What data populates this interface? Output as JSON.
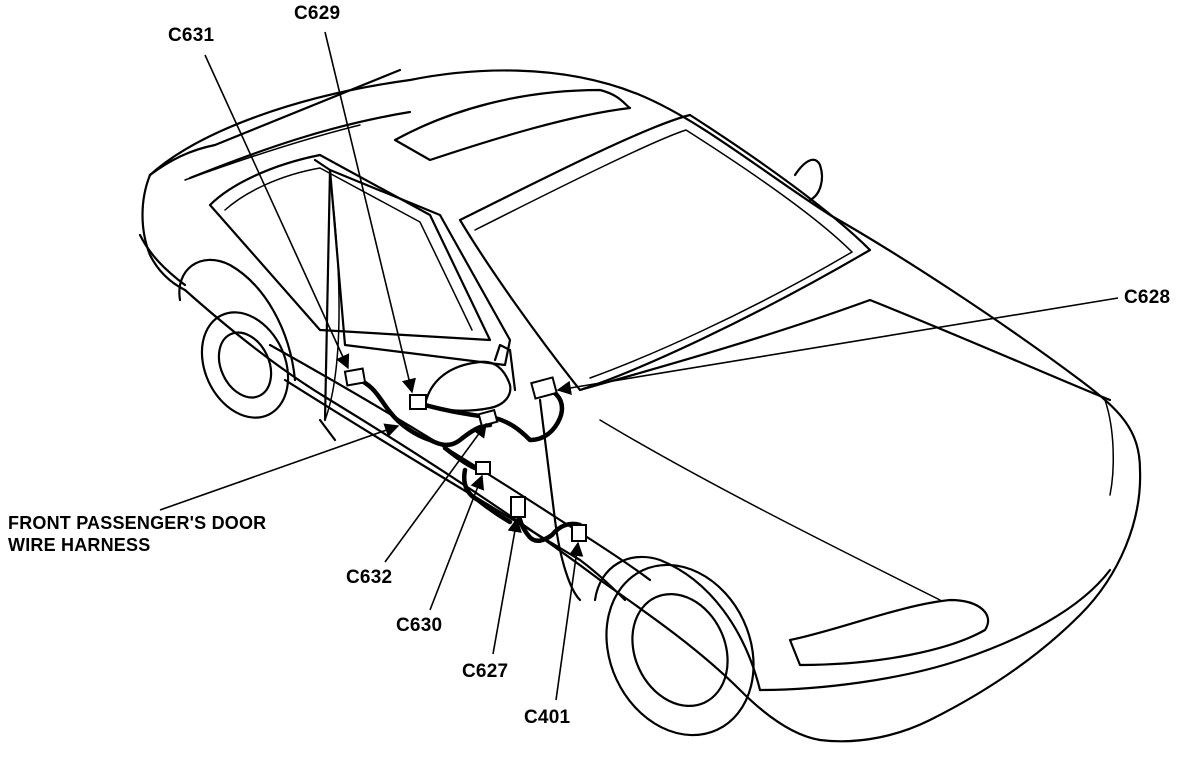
{
  "labels": {
    "c631": "C631",
    "c629": "C629",
    "c628": "C628",
    "c632": "C632",
    "c630": "C630",
    "c627": "C627",
    "c401": "C401",
    "harness_line1": "FRONT PASSENGER'S DOOR",
    "harness_line2": "WIRE HARNESS"
  }
}
